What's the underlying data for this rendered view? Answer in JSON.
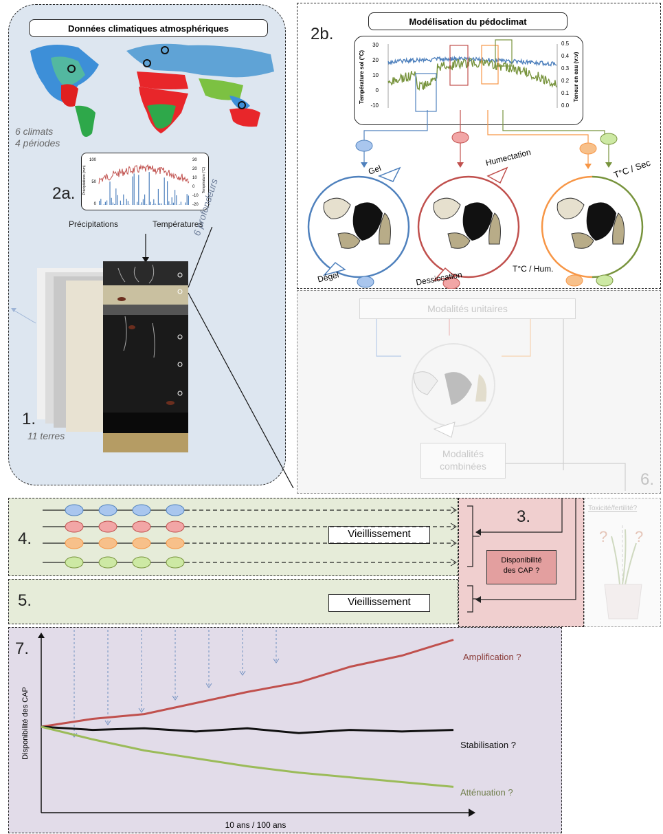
{
  "panel1": {
    "title": "Données climatiques atmosphériques",
    "climats": "6 climats",
    "periodes": "4 périodes",
    "label_2a": "2a.",
    "precip_label": "Précipitations",
    "temp_label": "Températures",
    "profondeurs": "6 profondeurs",
    "label_1": "1.",
    "terres": "11 terres",
    "mini_chart": {
      "left_axis_label": "Précipitations (mm)",
      "right_axis_label": "Température (°C)",
      "left_ticks": [
        "100",
        "50",
        "0"
      ],
      "right_ticks": [
        "30",
        "20",
        "10",
        "0",
        "-10",
        "-20"
      ]
    }
  },
  "panel2b": {
    "label": "2b.",
    "title": "Modélisation du pédoclimat",
    "chart": {
      "left_axis_label": "Température sol (°C)",
      "right_axis_label": "Teneur en eau (v:v)",
      "left_ticks": [
        "30",
        "20",
        "10",
        "0",
        "-10"
      ],
      "right_ticks": [
        "0.5",
        "0.4",
        "0.3",
        "0.2",
        "0.1",
        "0.0"
      ]
    },
    "labels": {
      "gel": "Gel",
      "degel": "Dégel",
      "humectation": "Humectation",
      "dessiccation": "Dessiccation",
      "tc_sec": "T°C / Sec",
      "tc_hum": "T°C / Hum."
    }
  },
  "grey_panel": {
    "unitaires": "Modalités unitaires",
    "combinees_1": "Modalités",
    "combinees_2": "combinées",
    "label_6": "6.",
    "toxicite": "Toxicité/fertilité?",
    "q": "?"
  },
  "panel4": {
    "label": "4.",
    "vieillissement": "Vieillissement"
  },
  "panel5": {
    "label": "5.",
    "vieillissement": "Vieillissement"
  },
  "panel3": {
    "label": "3.",
    "dispo_1": "Disponibilité",
    "dispo_2": "des CAP ?"
  },
  "panel7": {
    "label": "7.",
    "ylabel": "Disponibilité des CAP",
    "xlabel": "10 ans / 100 ans",
    "amplification": "Amplification ?",
    "stabilisation": "Stabilisation ?",
    "attenuation": "Atténuation ?"
  },
  "colors": {
    "blue": "#a9c6ee",
    "red": "#f2a6a6",
    "orange": "#f7c08a",
    "green": "#cde9a4",
    "amplification": "#c0504d",
    "stabilisation": "#111111",
    "attenuation": "#9bbb59"
  },
  "chart_data": {
    "type": "line",
    "title": "",
    "xlabel": "10 ans / 100 ans",
    "ylabel": "Disponibilité des CAP",
    "series": [
      {
        "name": "Amplification ?",
        "values": [
          0.5,
          0.55,
          0.58,
          0.65,
          0.72,
          0.78,
          0.88,
          0.95,
          1.05
        ]
      },
      {
        "name": "Stabilisation ?",
        "values": [
          0.5,
          0.48,
          0.49,
          0.47,
          0.49,
          0.46,
          0.48,
          0.47,
          0.48
        ]
      },
      {
        "name": "Atténuation ?",
        "values": [
          0.5,
          0.42,
          0.35,
          0.3,
          0.25,
          0.21,
          0.18,
          0.15,
          0.12
        ]
      }
    ]
  }
}
